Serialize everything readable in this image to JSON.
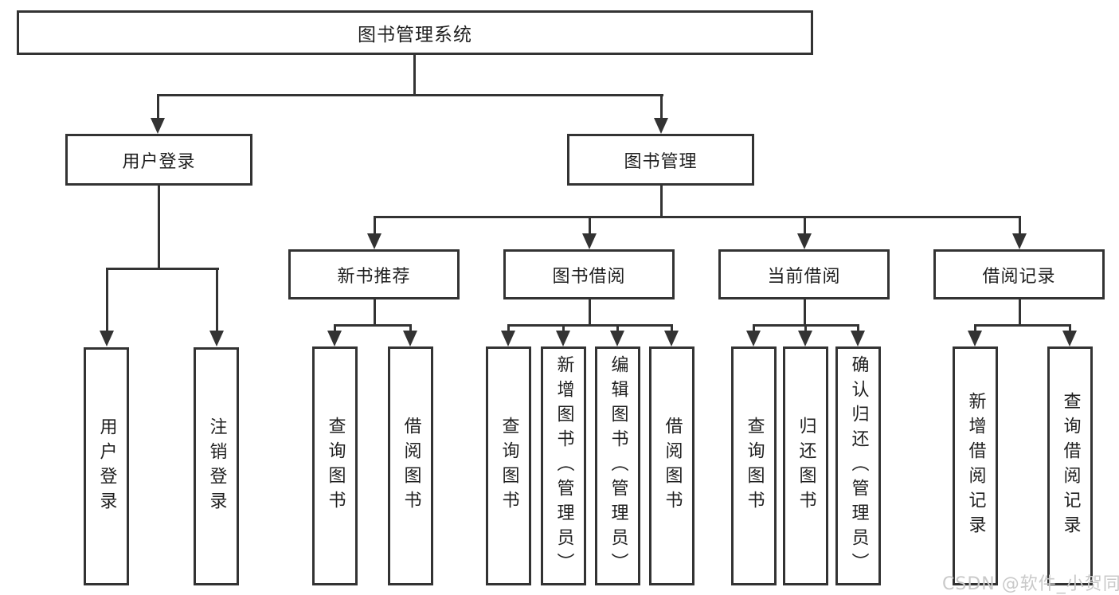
{
  "colors": {
    "line": "#333333",
    "box_border": "#333333",
    "text": "#1f1f1f",
    "background": "#ffffff",
    "watermark": "#c9c9c9"
  },
  "watermark": "CSDN @软件_小贺同学",
  "tree": {
    "label": "图书管理系统",
    "children": [
      {
        "label": "用户登录",
        "children": [
          {
            "label": "用户登录"
          },
          {
            "label": "注销登录"
          }
        ]
      },
      {
        "label": "图书管理",
        "children": [
          {
            "label": "新书推荐",
            "children": [
              {
                "label": "查询图书"
              },
              {
                "label": "借阅图书"
              }
            ]
          },
          {
            "label": "图书借阅",
            "children": [
              {
                "label": "查询图书"
              },
              {
                "label": "新增图书（管理员）"
              },
              {
                "label": "编辑图书（管理员）"
              },
              {
                "label": "借阅图书"
              }
            ]
          },
          {
            "label": "当前借阅",
            "children": [
              {
                "label": "查询图书"
              },
              {
                "label": "归还图书"
              },
              {
                "label": "确认归还（管理员）"
              }
            ]
          },
          {
            "label": "借阅记录",
            "children": [
              {
                "label": "新增借阅记录"
              },
              {
                "label": "查询借阅记录"
              }
            ]
          }
        ]
      }
    ]
  }
}
